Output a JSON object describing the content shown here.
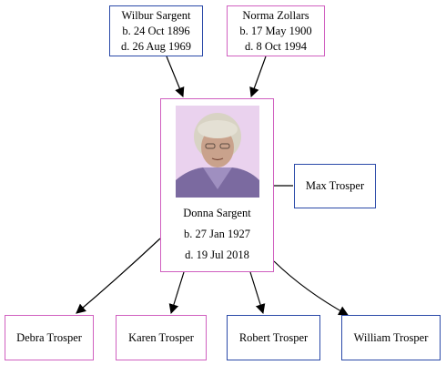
{
  "colors": {
    "male": "#2a49a8",
    "female": "#d060c0",
    "edge": "#000000"
  },
  "parents": [
    {
      "name": "Wilbur Sargent",
      "born": "b. 24 Oct 1896",
      "died": "d. 26 Aug 1969",
      "sex": "male"
    },
    {
      "name": "Norma Zollars",
      "born": "b. 17 May 1900",
      "died": "d. 8 Oct 1994",
      "sex": "female"
    }
  ],
  "focus": {
    "name": "Donna Sargent",
    "born": "b. 27 Jan 1927",
    "died": "d. 19 Jul 2018",
    "sex": "female",
    "photo_icon": "portrait-photo"
  },
  "spouse": {
    "name": "Max Trosper",
    "sex": "male"
  },
  "children": [
    {
      "name": "Debra Trosper",
      "sex": "female"
    },
    {
      "name": "Karen Trosper",
      "sex": "female"
    },
    {
      "name": "Robert Trosper",
      "sex": "male"
    },
    {
      "name": "William Trosper",
      "sex": "male"
    }
  ]
}
